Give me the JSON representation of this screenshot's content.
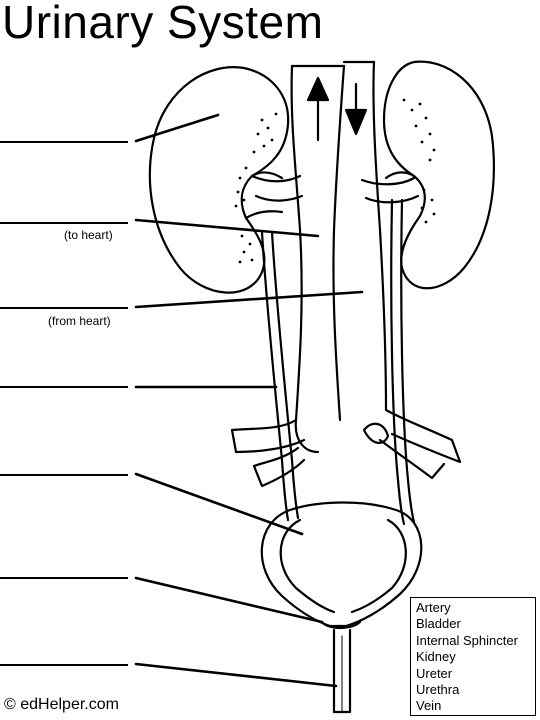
{
  "title": "Urinary System",
  "hints": {
    "vein_hint": "(to heart)",
    "artery_hint": "(from heart)"
  },
  "word_bank": [
    "Artery",
    "Bladder",
    "Internal Sphincter",
    "Kidney",
    "Ureter",
    "Urethra",
    "Vein"
  ],
  "copyright": "© edHelper.com"
}
